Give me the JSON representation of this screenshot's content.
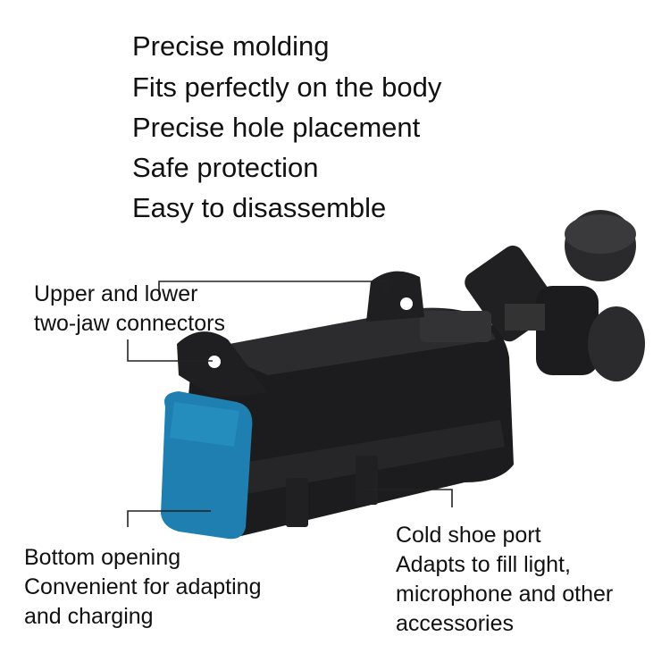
{
  "features": [
    "Precise molding",
    "Fits perfectly on the body",
    "Precise hole placement",
    "Safe protection",
    "Easy to disassemble"
  ],
  "callouts": {
    "connectors": [
      "Upper and lower",
      "two-jaw connectors"
    ],
    "bottom": [
      "Bottom opening",
      "Convenient for adapting",
      "and charging"
    ],
    "cold_shoe": [
      "Cold shoe port",
      "Adapts to fill light,",
      "microphone and other",
      "accessories"
    ]
  },
  "colors": {
    "body": "#1c1c1e",
    "cap": "#1e7fb0",
    "text": "#111111"
  }
}
